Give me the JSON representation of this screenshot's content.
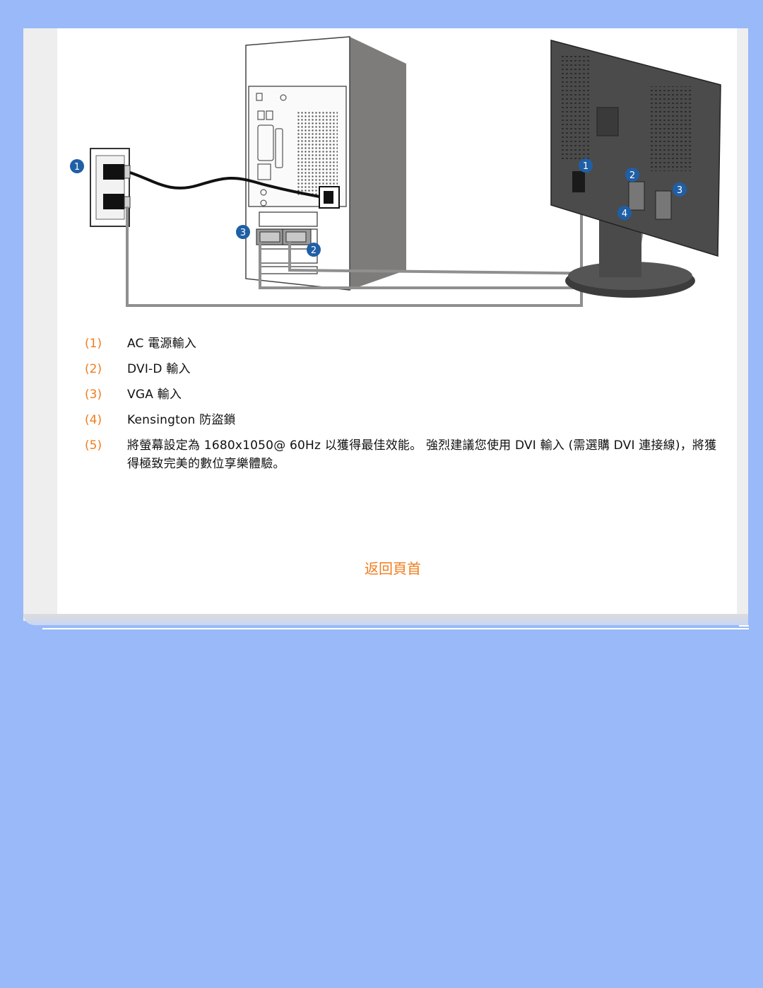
{
  "legend": [
    {
      "num": "(1)",
      "text": "AC 電源輸入"
    },
    {
      "num": "(2)",
      "text": "DVI-D 輸入"
    },
    {
      "num": "(3)",
      "text": "VGA 輸入"
    },
    {
      "num": "(4)",
      "text": "Kensington 防盜鎖"
    },
    {
      "num": "(5)",
      "text": "將螢幕設定為 1680x1050@ 60Hz 以獲得最佳效能。 強烈建議您使用 DVI 輸入 (需選購 DVI 連接線)，將獲得極致完美的數位享樂體驗。"
    }
  ],
  "diagram_markers": {
    "wall_1": "1",
    "pc_3": "3",
    "pc_2": "2",
    "mon_1": "1",
    "mon_2": "2",
    "mon_3": "3",
    "mon_4": "4"
  },
  "back_link": "返回頁首",
  "colors": {
    "background": "#99b9f8",
    "accent": "#f07d1e",
    "marker": "#1f5fa6"
  }
}
